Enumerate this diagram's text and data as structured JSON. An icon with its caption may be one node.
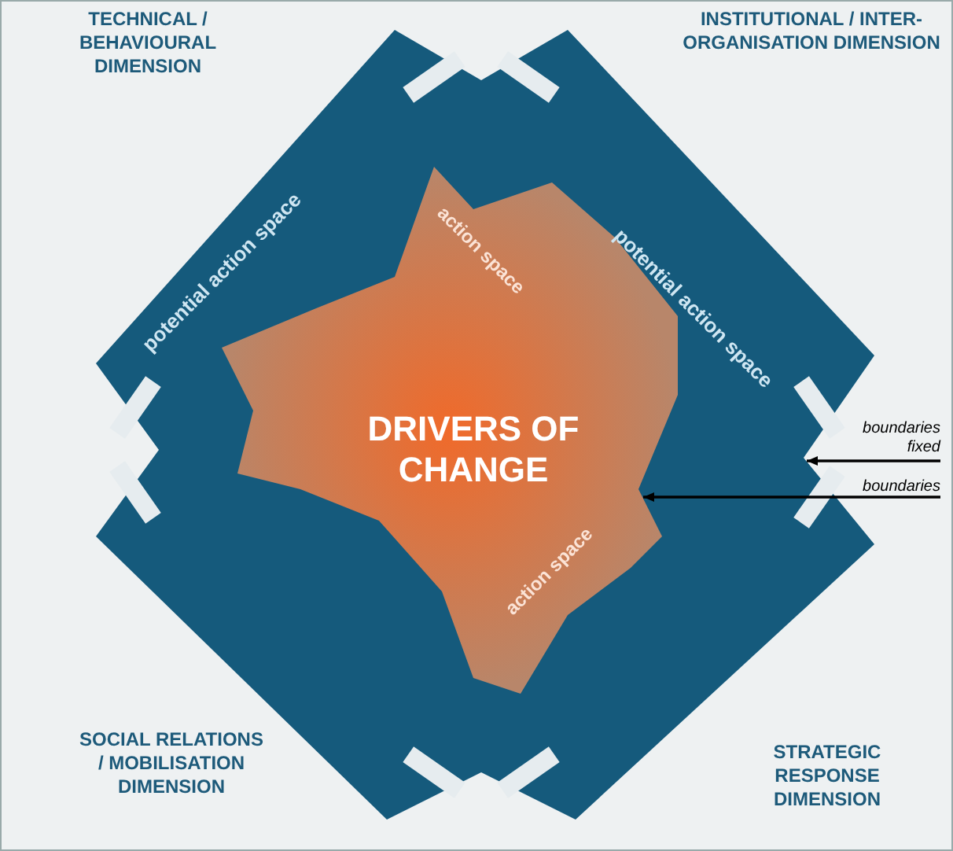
{
  "diagram": {
    "nodes": [
      {
        "text": [
          "potential action space",
          "potential action space"
        ]
      },
      {
        "text": [
          "DRIVERS OF CHANGE",
          "action space",
          "action space"
        ],
        "in": 0
      },
      {
        "text": [
          "boundaries fixed"
        ]
      },
      {
        "text": [
          "boundaries"
        ]
      }
    ],
    "edges": [
      {
        "from": 2,
        "to": 0,
        "arrow": "to"
      },
      {
        "from": 3,
        "to": 1,
        "arrow": "to"
      }
    ],
    "labels": [
      "TECHNICAL / BEHAVIOURAL DIMENSION",
      "INSTITUTIONAL / INTER-ORGANISATION DIMENSION",
      "SOCIAL RELATIONS / MOBILISATION DIMENSION",
      "STRATEGIC RESPONSE DIMENSION"
    ]
  }
}
